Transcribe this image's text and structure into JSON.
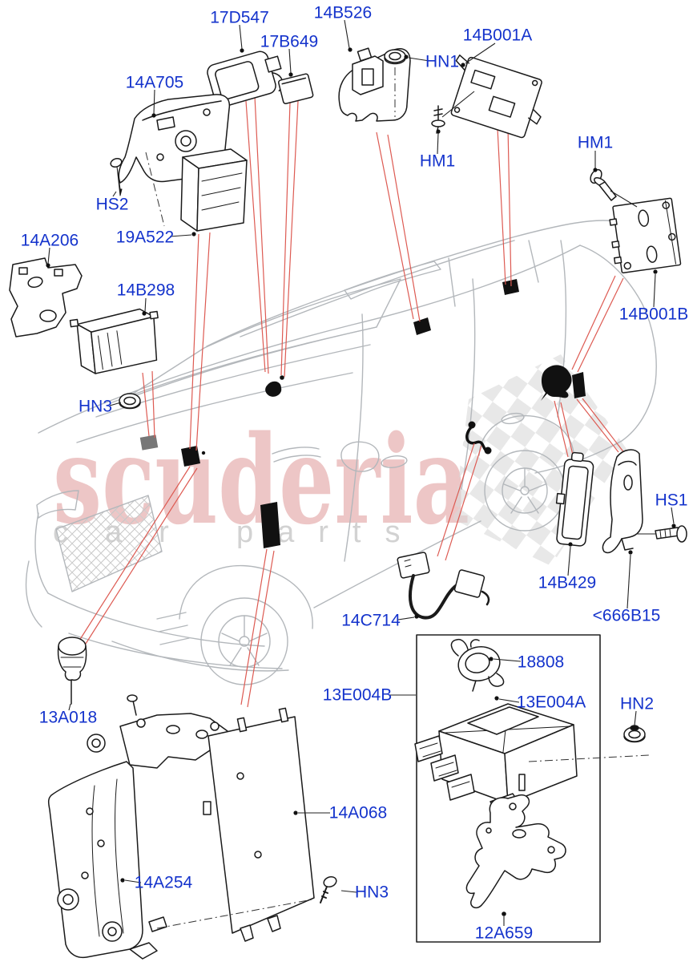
{
  "diagram": {
    "type": "vehicle-parts-exploded-diagram",
    "vehicle": "SUV front three-quarter line drawing",
    "label_color": "#1433cc",
    "leader_line_color": "#dd5a52",
    "line_color": "#1a1a1a",
    "car_outline_color": "#b3b7bb"
  },
  "watermark": {
    "brand": "scuderia",
    "word1": "car",
    "word2": "parts",
    "brand_color": "#e0a1a1",
    "word_color": "#d2d2d2"
  },
  "labels": [
    {
      "text": "17D547"
    },
    {
      "text": "14B526"
    },
    {
      "text": "17B649"
    },
    {
      "text": "14B001A"
    },
    {
      "text": "HN1"
    },
    {
      "text": "14A705"
    },
    {
      "text": "HM1"
    },
    {
      "text": "HM1"
    },
    {
      "text": "HS2"
    },
    {
      "text": "19A522"
    },
    {
      "text": "14A206"
    },
    {
      "text": "14B298"
    },
    {
      "text": "14B001B"
    },
    {
      "text": "HN3"
    },
    {
      "text": "HS1"
    },
    {
      "text": "14B429"
    },
    {
      "text": "<666B15"
    },
    {
      "text": "14C714"
    },
    {
      "text": "13E004B"
    },
    {
      "text": "18808"
    },
    {
      "text": "13E004A"
    },
    {
      "text": "HN2"
    },
    {
      "text": "13A018"
    },
    {
      "text": "14A068"
    },
    {
      "text": "14A254"
    },
    {
      "text": "HN3"
    },
    {
      "text": "12A659"
    }
  ]
}
